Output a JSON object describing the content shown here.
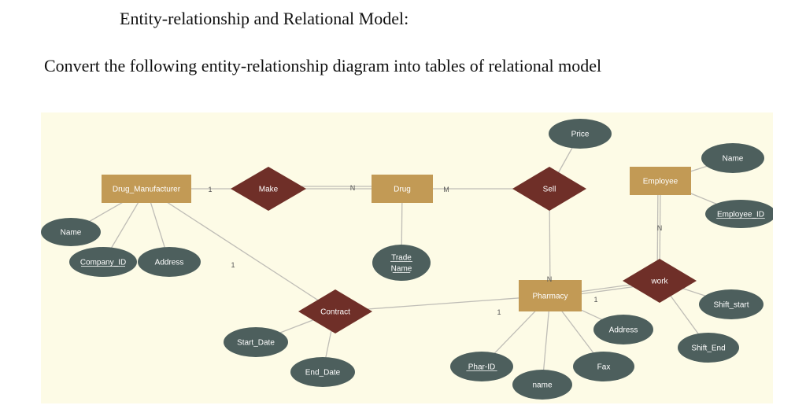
{
  "heading": {
    "title": "Entity-relationship and Relational Model:",
    "instruction": "Convert the following entity-relationship diagram into tables of relational model"
  },
  "colors": {
    "canvas": "#fdfbe6",
    "entity": "#c29a55",
    "relationship": "#6f2f28",
    "attribute": "#4d5f5d",
    "edge": "#bfbdb6"
  },
  "diagram": {
    "entities": [
      {
        "id": "drug_manufacturer",
        "label": "Drug_Manufacturer"
      },
      {
        "id": "drug",
        "label": "Drug"
      },
      {
        "id": "employee",
        "label": "Employee"
      },
      {
        "id": "pharmacy",
        "label": "Pharmacy"
      }
    ],
    "relationships": [
      {
        "id": "make",
        "label": "Make"
      },
      {
        "id": "sell",
        "label": "Sell"
      },
      {
        "id": "contract",
        "label": "Contract"
      },
      {
        "id": "work",
        "label": "work"
      }
    ],
    "attributes": [
      {
        "id": "price",
        "label": "Price",
        "key": false
      },
      {
        "id": "emp_name",
        "label": "Name",
        "key": false
      },
      {
        "id": "employee_id",
        "label": "Employee_ID",
        "key": true
      },
      {
        "id": "mfr_name",
        "label": "Name",
        "key": false
      },
      {
        "id": "company_id",
        "label": "Company_ID",
        "key": true
      },
      {
        "id": "address_mfr",
        "label": "Address",
        "key": false
      },
      {
        "id": "trade_name",
        "label": "Trade Name",
        "key": true
      },
      {
        "id": "shift_start",
        "label": "Shift_start",
        "key": false
      },
      {
        "id": "shift_end",
        "label": "Shift_End",
        "key": false
      },
      {
        "id": "start_date",
        "label": "Start_Date",
        "key": false
      },
      {
        "id": "end_date",
        "label": "End_Date",
        "key": false
      },
      {
        "id": "address_ph",
        "label": "Address",
        "key": false
      },
      {
        "id": "fax",
        "label": "Fax",
        "key": false
      },
      {
        "id": "phar_id",
        "label": "Phar-ID",
        "key": true
      },
      {
        "id": "ph_name",
        "label": "name",
        "key": false
      }
    ],
    "cardinalities": [
      {
        "id": "mfr_make",
        "label": "1"
      },
      {
        "id": "make_drug",
        "label": "N"
      },
      {
        "id": "drug_sell",
        "label": "M"
      },
      {
        "id": "sell_pharmacy",
        "label": "N"
      },
      {
        "id": "mfr_contract",
        "label": "1"
      },
      {
        "id": "contract_pharmacy",
        "label": "1"
      },
      {
        "id": "pharmacy_work",
        "label": "1"
      },
      {
        "id": "employee_work",
        "label": "N"
      }
    ]
  }
}
